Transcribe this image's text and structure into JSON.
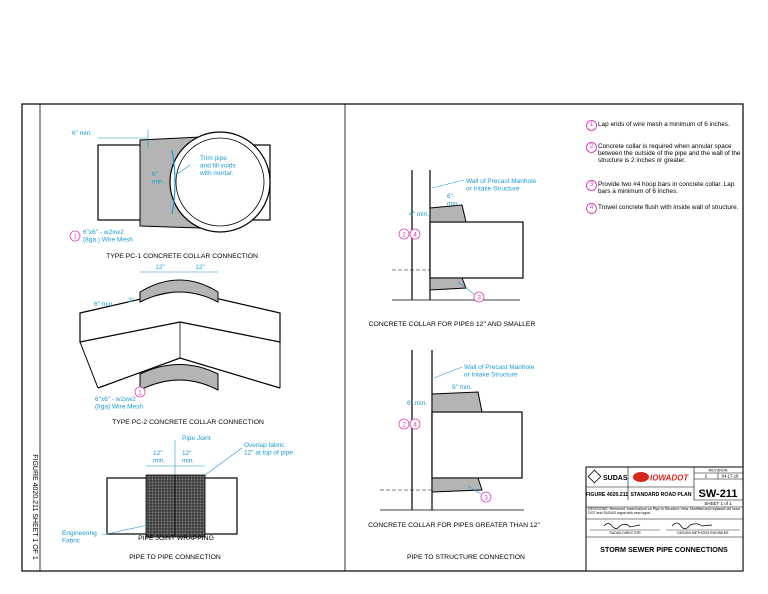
{
  "sheet_side_label": "FIGURE 4020.211   SHEET 1 OF 1",
  "left": {
    "pc1": {
      "dim_6min_top": "6\" min.",
      "dim_6min_mid": "6\"\nmin.",
      "trim_note": "Trim pipe\nand fill voids\nwith mortar.",
      "mesh_num": "1",
      "mesh_label": "6\"x6\" - w2xw2\n(8ga.) Wire Mesh",
      "title": "TYPE PC-1  CONCRETE COLLAR CONNECTION"
    },
    "pc2": {
      "dim_12_a": "12\"",
      "dim_12_b": "12\"",
      "dim_6min": "6\" min.",
      "dim_3": "3\"",
      "mesh_num": "1",
      "mesh_label": "6\"x6\" - w2xw2\n(8ga) Wire Mesh",
      "title": "TYPE PC-2 CONCRETE COLLAR CONNECTION"
    },
    "wrap": {
      "pipe_joint": "Pipe Joint",
      "overlap": "Overlap fabric\n12\" at top of pipe",
      "dim_a": "12\"\nmin.",
      "dim_b": "12\"\nmin.",
      "fabric": "Engineering\nFabric",
      "title": "PIPE JOINT WRAPPING"
    },
    "section_title": "PIPE TO PIPE CONNECTION"
  },
  "right": {
    "small": {
      "wall_note": "Wall of Precast Manhole\nor Intake Structure",
      "dim_6min": "6\"\nmin.",
      "dim_4min": "4\" min.",
      "callouts_left": [
        "2",
        "4"
      ],
      "callout_bottom": "3",
      "title": "CONCRETE COLLAR FOR PIPES 12\" AND SMALLER"
    },
    "large": {
      "wall_note": "Wall of Precast Manhole\nor Intake Structure",
      "dim_9min": "9\" min.",
      "dim_6min": "6\" min.",
      "callouts_left": [
        "2",
        "4"
      ],
      "callout_bottom": "3",
      "title": "CONCRETE COLLAR FOR PIPES GREATER THAN 12\""
    },
    "section_title": "PIPE TO STRUCTURE CONNECTION",
    "notes": [
      {
        "num": "1",
        "text": "Lap ends of wire mesh a minimum of 6 inches."
      },
      {
        "num": "2",
        "text": "Concrete collar is required when annular space between the outside of the pipe and the wall of the structure is 2 inches or greater."
      },
      {
        "num": "3",
        "text": "Provide two #4 hoop bars in concrete collar. Lap bars a minimum of 6 inches."
      },
      {
        "num": "4",
        "text": "Trowel concrete flush with inside wall of structure."
      }
    ]
  },
  "title_block": {
    "revision_label": "REVISION",
    "revision_no": "2",
    "revision_date": "04-17-18",
    "sudas": "SUDAS",
    "iowadot": "IOWADOT",
    "sheet_no": "SW-211",
    "figure": "FIGURE 4020.211",
    "plan": "STANDARD ROAD PLAN",
    "sheet_of": "SHEET 1 of 1",
    "revisions_text": "REVISIONS: Removed 'Invert'callout on Pipe to Structure View. Modified and replaced old Iowa DOT and SUDAS logos with new logos.",
    "sig_left_caption": "SUDAS DIRECTOR",
    "sig_right_caption": "DESIGN METHODS ENGINEER",
    "title": "STORM SEWER PIPE CONNECTIONS"
  },
  "colors": {
    "callout": "#e040c0",
    "annotation": "#1a9ad6",
    "concrete": "#b4b4b4"
  }
}
